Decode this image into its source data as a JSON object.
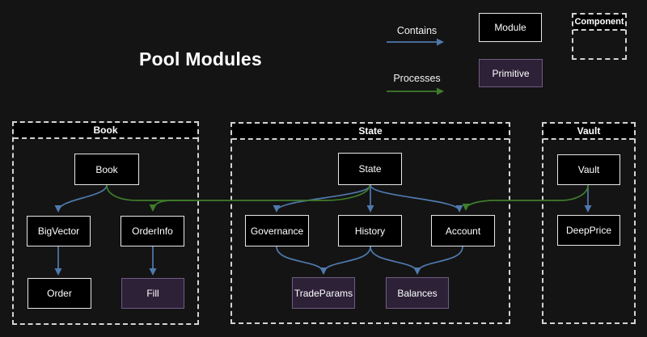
{
  "title": "Pool Modules",
  "legend": {
    "contains": "Contains",
    "processes": "Processes",
    "module": "Module",
    "primitive": "Primitive",
    "component": "Component"
  },
  "colors": {
    "background": "#141414",
    "contains_edge": "#4f79ad",
    "processes_edge": "#3f7d2b",
    "module_fill": "#000000",
    "module_border": "#e8e8e8",
    "primitive_fill": "#2d2137",
    "primitive_border": "#6f5c83",
    "container_border": "#d3d3d3",
    "text": "#ffffff"
  },
  "containers": {
    "book": {
      "label": "Book",
      "nodes": {
        "book": {
          "label": "Book",
          "type": "module"
        },
        "bigvector": {
          "label": "BigVector",
          "type": "module"
        },
        "orderinfo": {
          "label": "OrderInfo",
          "type": "module"
        },
        "order": {
          "label": "Order",
          "type": "module"
        },
        "fill": {
          "label": "Fill",
          "type": "primitive"
        }
      }
    },
    "state": {
      "label": "State",
      "nodes": {
        "state": {
          "label": "State",
          "type": "module"
        },
        "governance": {
          "label": "Governance",
          "type": "module"
        },
        "history": {
          "label": "History",
          "type": "module"
        },
        "account": {
          "label": "Account",
          "type": "module"
        },
        "tradeparams": {
          "label": "TradeParams",
          "type": "primitive"
        },
        "balances": {
          "label": "Balances",
          "type": "primitive"
        }
      }
    },
    "vault": {
      "label": "Vault",
      "nodes": {
        "vault": {
          "label": "Vault",
          "type": "module"
        },
        "deepprice": {
          "label": "DeepPrice",
          "type": "module"
        }
      }
    }
  },
  "edges": [
    {
      "from": "Book",
      "to": "BigVector",
      "type": "contains"
    },
    {
      "from": "Book",
      "to": "OrderInfo",
      "type": "processes"
    },
    {
      "from": "State",
      "to": "OrderInfo",
      "type": "processes"
    },
    {
      "from": "BigVector",
      "to": "Order",
      "type": "contains"
    },
    {
      "from": "OrderInfo",
      "to": "Fill",
      "type": "contains"
    },
    {
      "from": "State",
      "to": "Governance",
      "type": "contains"
    },
    {
      "from": "State",
      "to": "History",
      "type": "contains"
    },
    {
      "from": "State",
      "to": "Account",
      "type": "contains"
    },
    {
      "from": "Governance",
      "to": "TradeParams",
      "type": "contains"
    },
    {
      "from": "History",
      "to": "TradeParams",
      "type": "contains"
    },
    {
      "from": "History",
      "to": "Balances",
      "type": "contains"
    },
    {
      "from": "Account",
      "to": "Balances",
      "type": "contains"
    },
    {
      "from": "Vault",
      "to": "DeepPrice",
      "type": "contains"
    },
    {
      "from": "Vault",
      "to": "Account",
      "type": "processes"
    }
  ]
}
